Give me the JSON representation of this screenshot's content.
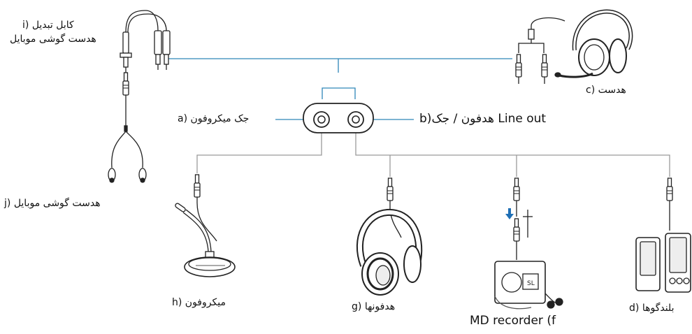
{
  "labels": {
    "i_line1": "i) کابل تبدیل",
    "i_line2": "هدست گوشی موبایل",
    "j": "j) هدست گوشی موبایل",
    "c": "c) هدست",
    "a": "a) جک میکروفون",
    "b": "b)هدفون / جک Line out",
    "h": "h) میکروفون",
    "g": "g) هدفونها",
    "f": "MD recorder (f",
    "d": "d) بلندگوها"
  },
  "colors": {
    "line": "#2e86b8",
    "gray_line": "#9a9a9a",
    "device": "#222222",
    "arrow": "#1f6fb5"
  }
}
